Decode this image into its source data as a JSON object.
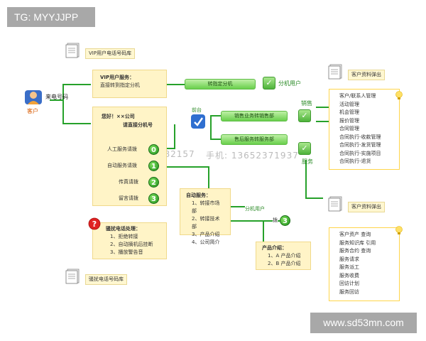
{
  "overlay_top": "TG: MYYJJPP",
  "overlay_bottom": "www.sd53mn.com",
  "watermark": {
    "qq": "QQ: 32 982157",
    "phone": "手机: 13652371937"
  },
  "customer": {
    "label": "客户",
    "incoming": "来电号码"
  },
  "docs": {
    "vip_db": "VIP用户电话号码库",
    "harass_db": "骚扰电话号码库",
    "customer_pop1": "客户资料弹出",
    "customer_pop2": "客户资料弹出"
  },
  "vip_box": {
    "title": "VIP用户服务：",
    "desc": "直接转到指定分机"
  },
  "transfer_bar": "转指定分机",
  "ext_user": "分机用户",
  "greeting_box": {
    "line1": "您好！××公司",
    "line2": "请直接分机号",
    "options": [
      {
        "label": "人工服务请拨",
        "key": "0"
      },
      {
        "label": "自动服务请拨",
        "key": "1"
      },
      {
        "label": "传真请拨",
        "key": "2"
      },
      {
        "label": "留言请拨",
        "key": "3"
      }
    ]
  },
  "dispatch": "前台",
  "sales_bar": "销售业务转销售部",
  "after_bar": "售后服务转服务部",
  "sales_label": "销售",
  "service_label": "服务",
  "auto_box": {
    "title": "自动服务：",
    "items": [
      "1、转接市场部",
      "2、转接技术部",
      "3、产品介绍",
      "4、公司简介"
    ]
  },
  "auto_ext_user": "分机用户",
  "dial_label": "拨",
  "dial_key": "3",
  "product_box": {
    "title": "产品介绍：",
    "items": [
      "1、A 产品介绍",
      "2、B 产品介绍"
    ]
  },
  "harass_box": {
    "title": "骚扰电话处理：",
    "items": [
      "1、拒绝转接",
      "2、自动摘机后挂断",
      "3、播放警告音"
    ]
  },
  "right_top_list": [
    "客户/联系人管理",
    "活动管理",
    "机会管理",
    "报价管理",
    "合同管理",
    "合同执行-收款管理",
    "合同执行-发货管理",
    "合同执行-实施项目",
    "合同执行-退货"
  ],
  "right_bottom_list": [
    "客户资产  查询",
    "服务知识库 引用",
    "服务合约  查询",
    "服务请求",
    "服务派工",
    "服务收费",
    "回访计划",
    "服务回访"
  ]
}
